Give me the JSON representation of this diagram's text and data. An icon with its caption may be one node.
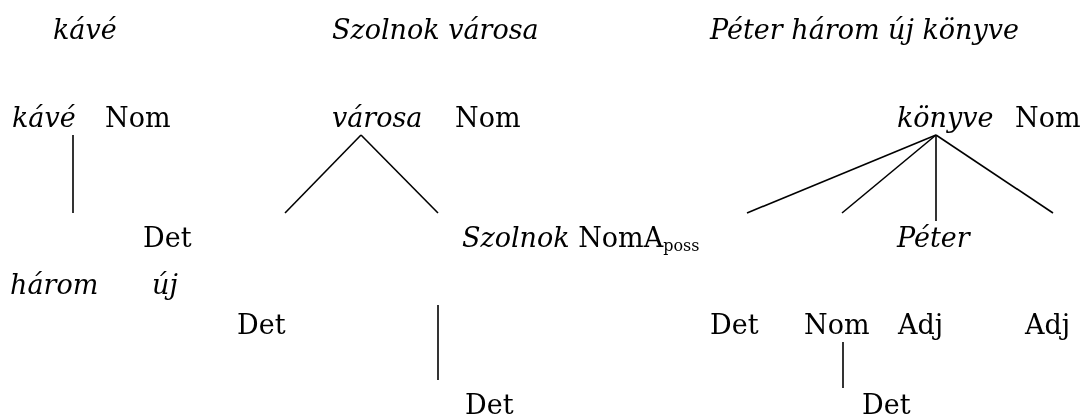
{
  "diagram": {
    "nodes": [
      {
        "text": [
          "kávé"
        ]
      },
      {
        "text": [
          "városa"
        ]
      },
      {
        "text": [
          "könyve"
        ]
      },
      {
        "text": [
          "Péter"
        ]
      },
      {
        "text": [
          "Nom"
        ]
      },
      {
        "text": [
          "Det"
        ]
      }
    ],
    "edges": [
      {
        "from": 0,
        "to": null,
        "arrow": "none"
      },
      {
        "from": 1,
        "to": null,
        "arrow": "none"
      },
      {
        "from": 1,
        "to": null,
        "arrow": "none"
      },
      {
        "from": 2,
        "to": null,
        "arrow": "none"
      },
      {
        "from": 2,
        "to": null,
        "arrow": "none"
      },
      {
        "from": 2,
        "to": 3,
        "arrow": "none"
      },
      {
        "from": 2,
        "to": null,
        "arrow": "none"
      },
      {
        "from": 4,
        "to": 5,
        "arrow": "none"
      }
    ],
    "labels": [
      "kávé",
      "Szolnok városa",
      "Péter három új könyve",
      "Nom",
      "Nom",
      "Nom",
      "Det",
      "*Szolnok* NomA$_{poss}$",
      "három",
      "új",
      "Det",
      "Det",
      "Adj",
      "Adj",
      "Det"
    ]
  }
}
